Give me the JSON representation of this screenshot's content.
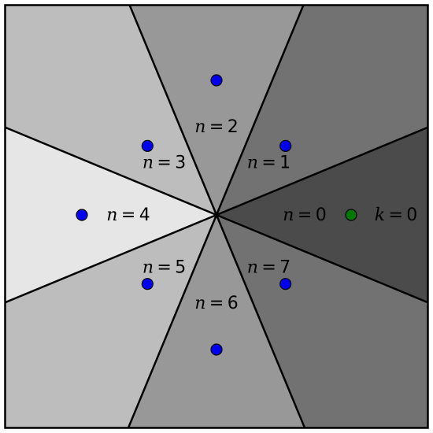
{
  "colors": {
    "background": "#ffffff",
    "line": "#000000",
    "point": "#0000ee",
    "special_point": "#007700"
  },
  "sectors": [
    {
      "index": 0,
      "fill": "#4b4b4b",
      "var": "n",
      "value": "0"
    },
    {
      "index": 1,
      "fill": "#727272",
      "var": "n",
      "value": "1"
    },
    {
      "index": 2,
      "fill": "#989898",
      "var": "n",
      "value": "2"
    },
    {
      "index": 3,
      "fill": "#bdbdbd",
      "var": "n",
      "value": "3"
    },
    {
      "index": 4,
      "fill": "#e6e6e6",
      "var": "n",
      "value": "4"
    },
    {
      "index": 5,
      "fill": "#bdbdbd",
      "var": "n",
      "value": "5"
    },
    {
      "index": 6,
      "fill": "#989898",
      "var": "n",
      "value": "6"
    },
    {
      "index": 7,
      "fill": "#727272",
      "var": "n",
      "value": "7"
    }
  ],
  "special": {
    "var": "k",
    "value": "0"
  }
}
